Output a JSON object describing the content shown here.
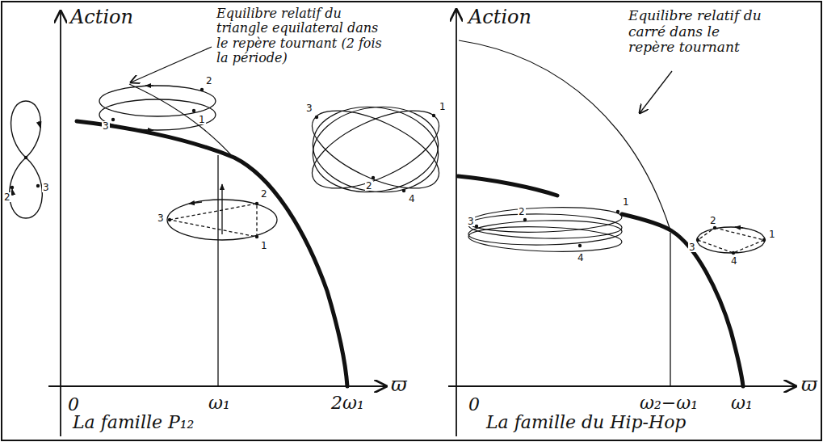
{
  "diagram": {
    "labels": [
      "Action",
      "Equilibre relatif du triangle equilateral dans le repère tournant (2 fois la période)",
      "2",
      "3",
      "2",
      "1",
      "3",
      "3",
      "1",
      "2",
      "4",
      "2",
      "3",
      "1",
      "0",
      "ω₁",
      "2ω₁",
      "ϖ",
      "La famille P₁₂",
      "Action",
      "Equilibre relatif du carré dans le repère tournant",
      "3",
      "2",
      "1",
      "4",
      "2",
      "1",
      "3",
      "4",
      "0",
      "ω₂−ω₁",
      "ω₁",
      "ϖ",
      "La famille du Hip-Hop"
    ]
  }
}
